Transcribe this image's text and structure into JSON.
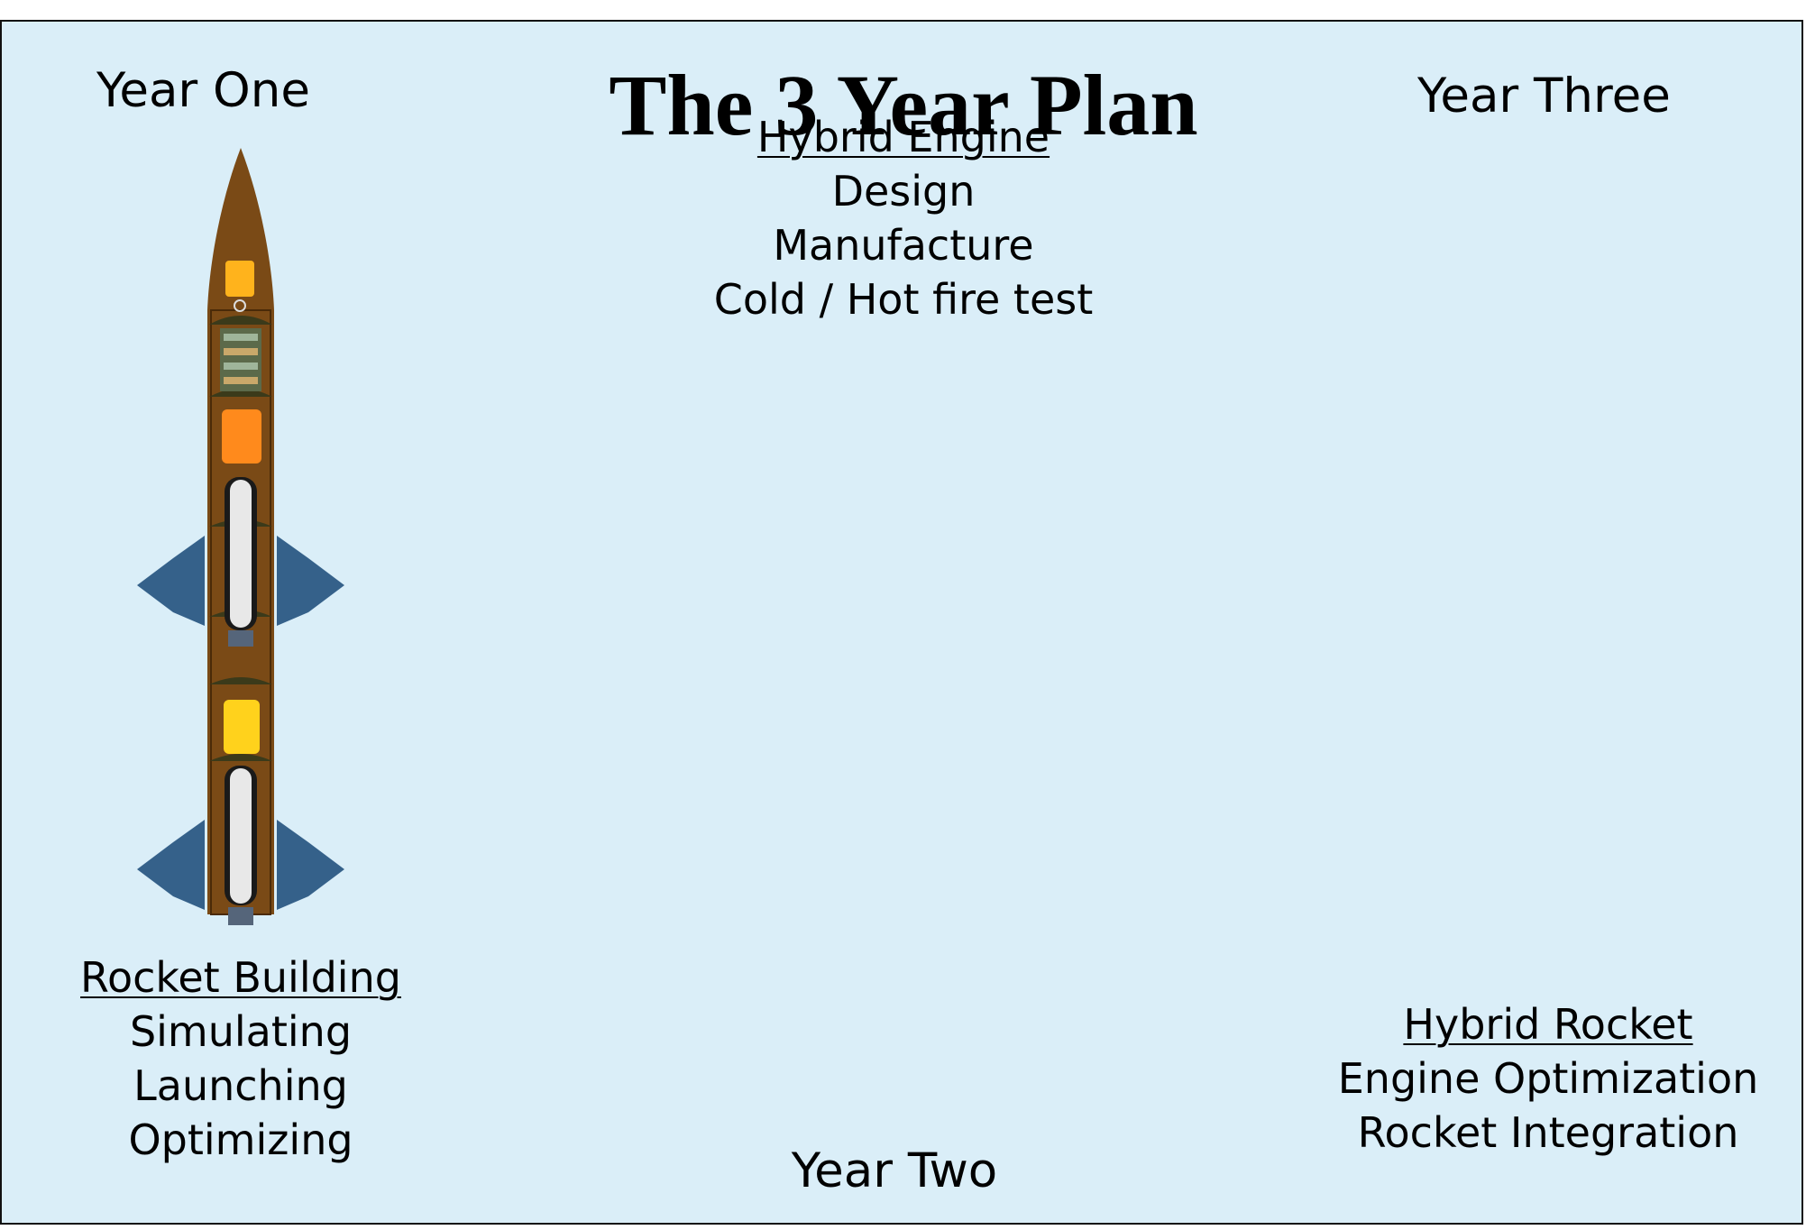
{
  "title": "The 3 Year Plan",
  "year_one": {
    "heading": "Year One",
    "topic": "Rocket Building",
    "items": [
      "Simulating",
      "Launching",
      "Optimizing"
    ]
  },
  "year_two": {
    "heading": "Year Two",
    "topic": "Hybrid Engine",
    "items": [
      "Design",
      "Manufacture",
      "Cold / Hot fire test"
    ]
  },
  "year_three": {
    "heading": "Year Three",
    "topic": "Hybrid Rocket",
    "items": [
      "Engine Optimization",
      "Rocket Integration"
    ]
  },
  "colors": {
    "background": "#daeef8",
    "rocket_body": "#7a4a16",
    "fins": "#35618a",
    "parachute_orange": "#ff8a1c",
    "parachute_yellow": "#ffd21c"
  }
}
